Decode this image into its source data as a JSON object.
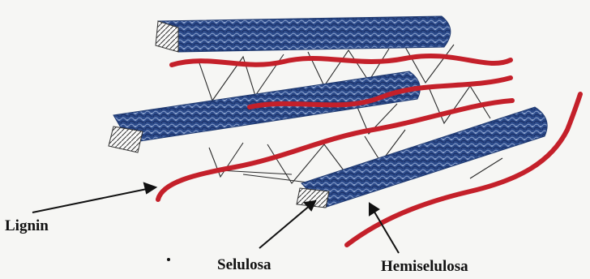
{
  "labels": {
    "lignin": "Lignin",
    "selulosa": "Selulosa",
    "hemiselulosa": "Hemiselulosa"
  },
  "colors": {
    "cellulose_fibril": "#2f4f8f",
    "cellulose_texture": "#6f88b8",
    "lignin_strand": "#c4202a",
    "crosslink": "#2a2a2a",
    "background": "#f6f6f4"
  }
}
